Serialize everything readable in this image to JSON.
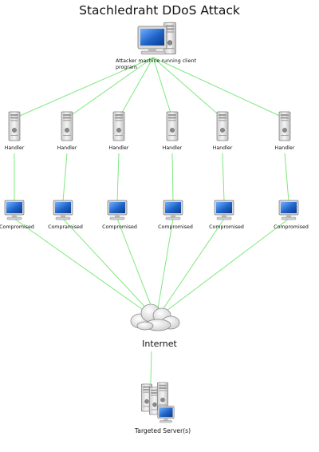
{
  "title": "Stachledraht DDoS Attack",
  "attacker": {
    "label_line1": "Attacker machine running client",
    "label_line2": "program"
  },
  "handlers": [
    {
      "label": "Handler"
    },
    {
      "label": "Handler"
    },
    {
      "label": "Handler"
    },
    {
      "label": "Handler"
    },
    {
      "label": "Handler"
    },
    {
      "label": "Handler"
    }
  ],
  "compromised": [
    {
      "label": "Compromised"
    },
    {
      "label": "Compramised"
    },
    {
      "label": "Compromised"
    },
    {
      "label": "Compromised"
    },
    {
      "label": "Compromised"
    },
    {
      "label": "Compromised"
    }
  ],
  "internet": {
    "label": "Internet"
  },
  "target": {
    "label": "Targeted Server(s)"
  },
  "colors": {
    "link": "#7ee87e",
    "screen": "#1f63c8",
    "server_body": "#e6e6e6",
    "cloud": "#e2e2e2"
  }
}
